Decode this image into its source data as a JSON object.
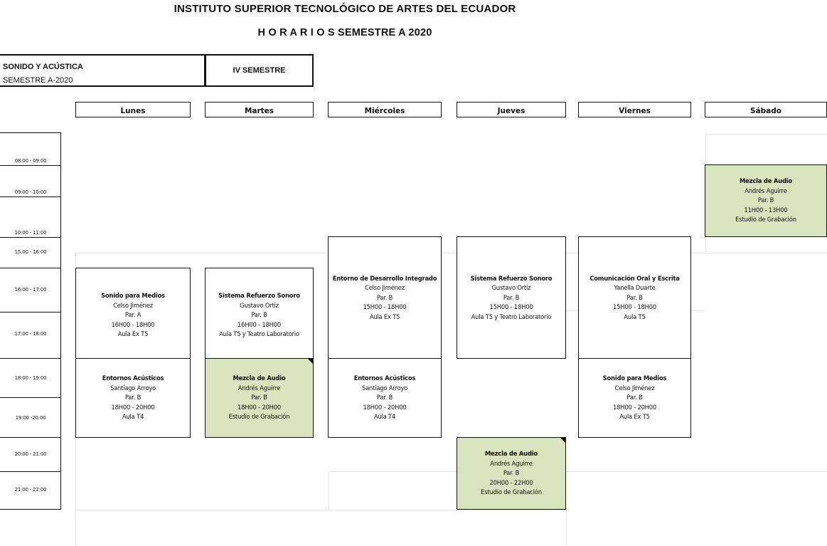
{
  "header": {
    "institute": "INSTITUTO SUPERIOR TECNOLÓGICO DE ARTES DEL ECUADOR",
    "schedule_title": "H O R A R I O S SEMESTRE A 2020"
  },
  "career": {
    "name": "SONIDO Y ACÚSTICA",
    "period": "SEMESTRE A-2020",
    "level": "IV SEMESTRE"
  },
  "days": [
    "Lunes",
    "Martes",
    "Miércoles",
    "Jueves",
    "Viernes",
    "Sábado"
  ],
  "times": [
    "08:00 - 09:00",
    "09:00 - 10:00",
    "10:00 - 11:00",
    "15:00 - 16:00",
    "16:00 - 17:00",
    "17:00 - 18:00",
    "18:00 - 19:00",
    "19:00 -20:00",
    "20:00 - 21:00",
    "21:00 - 22:00"
  ],
  "classes": [
    {
      "subject": "Sonido para Medios",
      "teacher": "Celso Jiménez",
      "group": "Par. A",
      "hours": "16H00 - 18H00",
      "room": "Aula Ex T5"
    },
    {
      "subject": "Sistema Refuerzo Sonoro",
      "teacher": "Gustavo Ortiz",
      "group": "Par. B",
      "hours": "16H00 - 18H00",
      "room": "Aula T5 y Teatro Laboratorio"
    },
    {
      "subject": "Entorno de Desarrollo Integrado",
      "teacher": "Celso Jiménez",
      "group": "Par. B",
      "hours": "15H00 - 18H00",
      "room": "Aula Ex T5"
    },
    {
      "subject": "Sistema Refuerzo Sonoro",
      "teacher": "Gustavo Ortiz",
      "group": "Par. B",
      "hours": "15H00 - 18H00",
      "room": "Aula T5 y Teatro Laboratorio"
    },
    {
      "subject": "Comunicación Oral y Escrita",
      "teacher": "Yanella Duarte",
      "group": "Par. B",
      "hours": "15H00 - 18H00",
      "room": "Aula T5"
    },
    {
      "subject": "Mezcla de Audio",
      "teacher": "Andrés Aguirre",
      "group": "Par. B",
      "hours": "11H00 - 13H00",
      "room": "Estudio de Grabación"
    },
    {
      "subject": "Entornos Acústicos",
      "teacher": "Santiago Arroyo",
      "group": "Par. B",
      "hours": "18H00 - 20H00",
      "room": "Aula T4"
    },
    {
      "subject": "Mezcla de Audio",
      "teacher": "Andrés Aguirre",
      "group": "Par. B",
      "hours": "18H00 - 20H00",
      "room": "Estudio de Grabación"
    },
    {
      "subject": "Entornos Acústicos",
      "teacher": "Santiago Arroyo",
      "group": "Par. B",
      "hours": "18H00 - 20H00",
      "room": "Aula T4"
    },
    {
      "subject": "Sonido para Medios",
      "teacher": "Celso Jiménez",
      "group": "Par. B",
      "hours": "18H00 - 20H00",
      "room": "Aula Ex T5"
    },
    {
      "subject": "Mezcla de Audio",
      "teacher": "Andrés Aguirre",
      "group": "Par. B",
      "hours": "20H00 - 22H00",
      "room": "Estudio de Grabación"
    }
  ],
  "colors": {
    "highlight": "#d7e4bd",
    "border": "#111111"
  }
}
